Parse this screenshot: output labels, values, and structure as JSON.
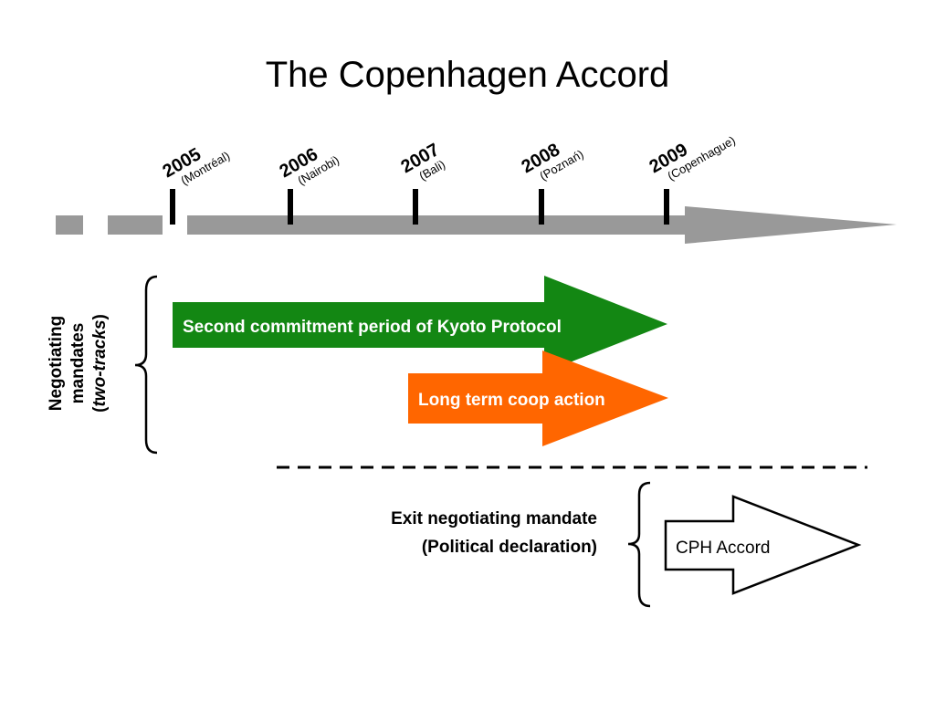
{
  "title": "The Copenhagen Accord",
  "timeline": [
    {
      "year": "2005",
      "city": "(Montréal)"
    },
    {
      "year": "2006",
      "city": "(Nairobi)"
    },
    {
      "year": "2007",
      "city": "(Bali)"
    },
    {
      "year": "2008",
      "city": "(Poznań)"
    },
    {
      "year": "2009",
      "city": "(Copenhague)"
    }
  ],
  "mandates": {
    "label_line1": "Negotiating",
    "label_line2": "mandates",
    "label_line3_open": "(",
    "label_line3_italic": "two-tracks",
    "label_line3_close": ")",
    "kyoto": "Second commitment period of Kyoto Protocol",
    "lca": "Long term coop action"
  },
  "exit": {
    "line1": "Exit negotiating mandate",
    "line2": "(Political declaration)",
    "cph": "CPH Accord"
  },
  "colors": {
    "timeline_gray": "#999999",
    "tick_black": "#000000",
    "kyoto_green": "#138713",
    "lca_orange": "#ff6600"
  }
}
